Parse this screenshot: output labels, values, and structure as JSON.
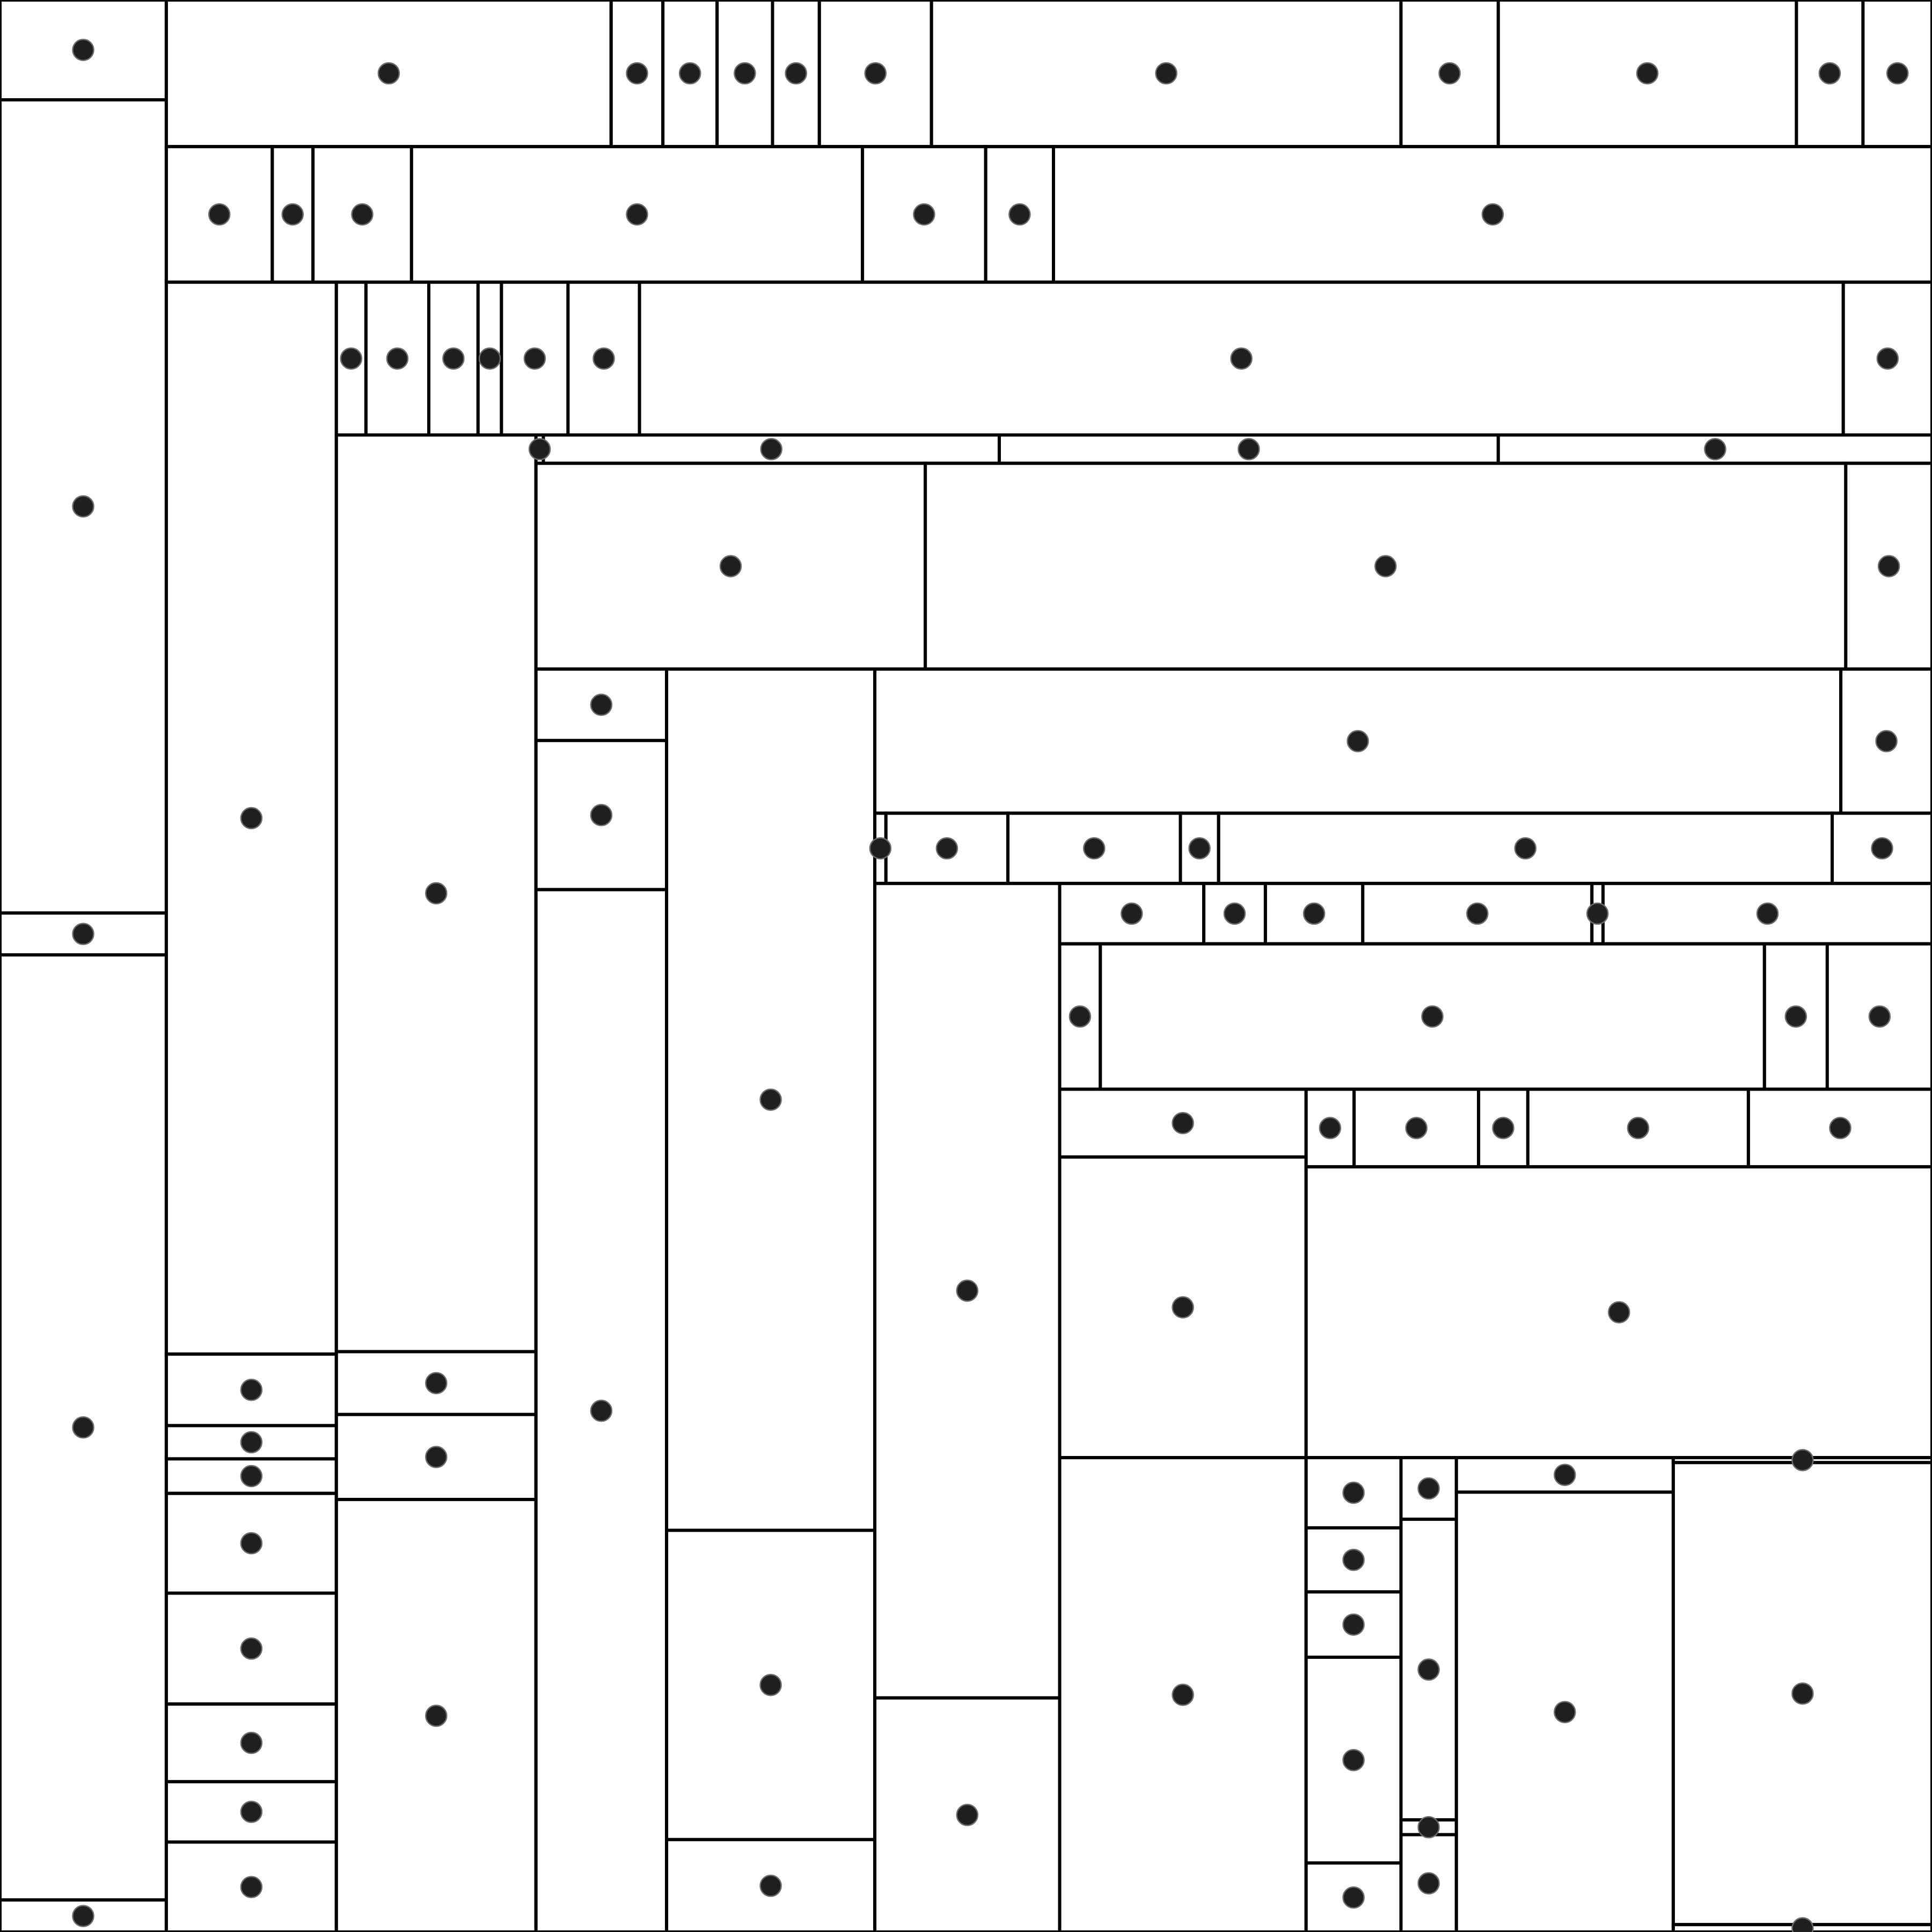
{
  "diagram": {
    "kind": "treemap-partition",
    "colors": {
      "background": "#ffffff",
      "line": "#000000",
      "dot": "#1f1f1f",
      "dot_outline": "#6b6b6b"
    },
    "marker": "filled-circle",
    "cell_count": 150
  }
}
